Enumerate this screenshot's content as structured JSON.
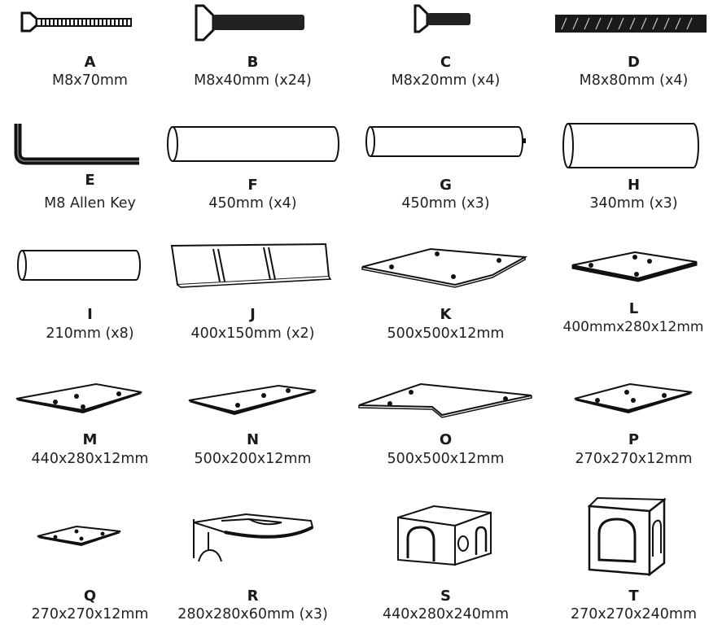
{
  "parts": [
    {
      "letter": "A",
      "spec": "M8x70mm",
      "icon": "bolt-long-icon"
    },
    {
      "letter": "B",
      "spec": "M8x40mm (x24)",
      "icon": "bolt-medium-icon"
    },
    {
      "letter": "C",
      "spec": "M8x20mm (x4)",
      "icon": "bolt-short-icon"
    },
    {
      "letter": "D",
      "spec": "M8x80mm (x4)",
      "icon": "threaded-rod-icon"
    },
    {
      "letter": "E",
      "spec": "M8 Allen Key",
      "icon": "allen-key-icon"
    },
    {
      "letter": "F",
      "spec": "450mm (x4)",
      "icon": "tube-icon"
    },
    {
      "letter": "G",
      "spec": "450mm (x3)",
      "icon": "tube-with-pin-icon"
    },
    {
      "letter": "H",
      "spec": "340mm (x3)",
      "icon": "tube-icon"
    },
    {
      "letter": "I",
      "spec": "210mm (x8)",
      "icon": "tube-short-icon"
    },
    {
      "letter": "J",
      "spec": "400x150mm (x2)",
      "icon": "board-icon"
    },
    {
      "letter": "K",
      "spec": "500x500x12mm",
      "icon": "corner-platform-icon"
    },
    {
      "letter": "L",
      "spec": "400mmx280x12mm",
      "icon": "platform-icon"
    },
    {
      "letter": "M",
      "spec": "440x280x12mm",
      "icon": "platform-icon"
    },
    {
      "letter": "N",
      "spec": "500x200x12mm",
      "icon": "platform-icon"
    },
    {
      "letter": "O",
      "spec": "500x500x12mm",
      "icon": "corner-platform-icon"
    },
    {
      "letter": "P",
      "spec": "270x270x12mm",
      "icon": "platform-icon"
    },
    {
      "letter": "Q",
      "spec": "270x270x12mm",
      "icon": "small-platform-icon"
    },
    {
      "letter": "R",
      "spec": "280x280x60mm (x3)",
      "icon": "hammock-bowl-icon"
    },
    {
      "letter": "S",
      "spec": "440x280x240mm",
      "icon": "box-house-icon"
    },
    {
      "letter": "T",
      "spec": "270x270x240mm",
      "icon": "cube-house-icon"
    }
  ]
}
